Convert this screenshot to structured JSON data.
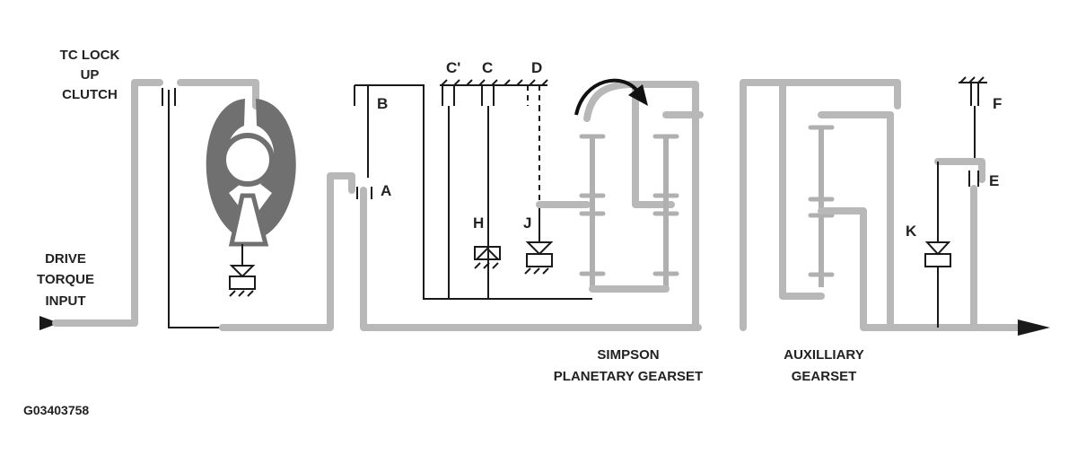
{
  "labels": {
    "tc_lock_1": "TC LOCK",
    "tc_lock_2": "UP",
    "tc_lock_3": "CLUTCH",
    "drive_1": "DRIVE",
    "drive_2": "TORQUE",
    "drive_3": "INPUT",
    "b": "B",
    "a": "A",
    "c_prime": "C'",
    "c": "C",
    "d": "D",
    "h": "H",
    "j": "J",
    "k": "K",
    "e": "E",
    "f": "F",
    "simpson_1": "SIMPSON",
    "simpson_2": "PLANETARY GEARSET",
    "aux_1": "AUXILLIARY",
    "aux_2": "GEARSET",
    "figure_id": "G03403758"
  },
  "colors": {
    "shaft": "#b8b8b8",
    "line": "#1a1a1a",
    "converter": "#707070",
    "text": "#222222"
  }
}
